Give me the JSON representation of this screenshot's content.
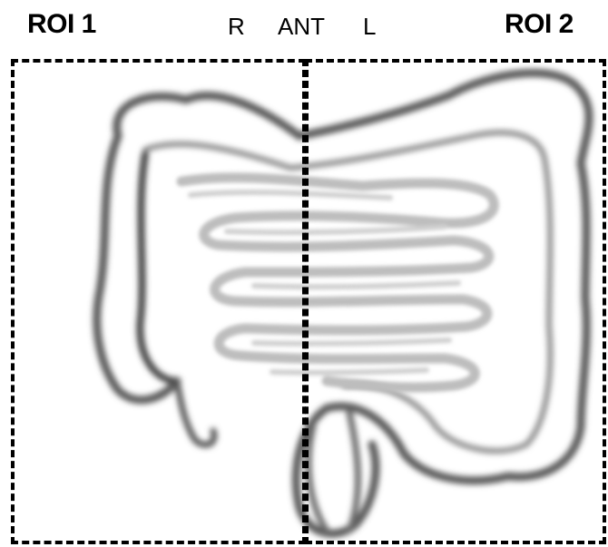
{
  "labels": {
    "roi1": "ROI 1",
    "roi2": "ROI 2",
    "orientation_right": "R",
    "orientation_anterior": "ANT",
    "orientation_left": "L"
  },
  "illustration": {
    "subject": "intestines-outline-blurred",
    "stroke_color": "#555555",
    "inner_stroke_color": "#bdbdbd"
  },
  "roi_box_style": {
    "border": "dashed",
    "color": "#000000"
  }
}
